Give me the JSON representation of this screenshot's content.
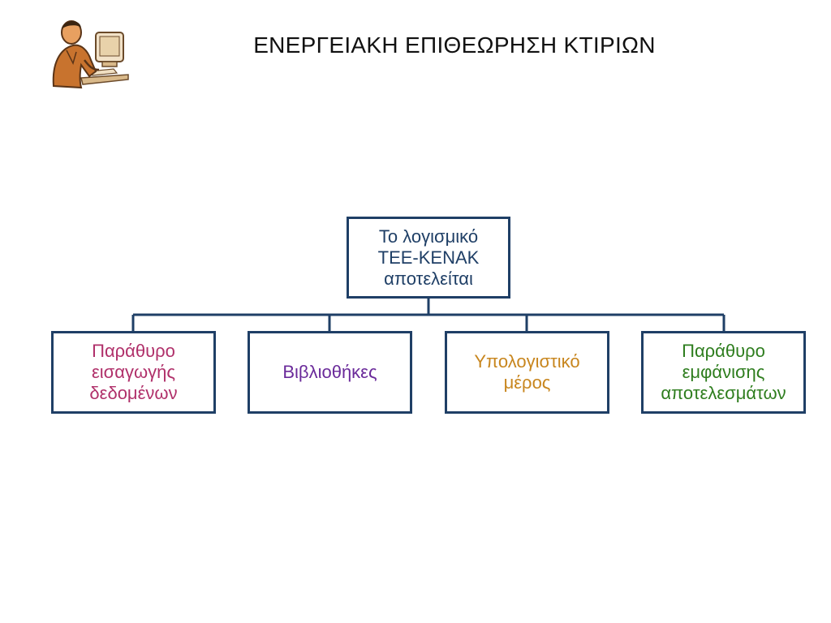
{
  "slide": {
    "title": "ΕΝΕΡΓΕΙΑΚΗ ΕΠΙΘΕΩΡΗΣΗ ΚΤΙΡΙΩΝ"
  },
  "diagram": {
    "root": {
      "label": "Το λογισμικό\nΤΕΕ-ΚΕΝΑΚ\nαποτελείται",
      "color": "#1f3f66"
    },
    "children": [
      {
        "label": "Παράθυρο\nεισαγωγής\nδεδομένων",
        "color": "#b0306a"
      },
      {
        "label": "Βιβλιοθήκες",
        "color": "#6a2a9a"
      },
      {
        "label": "Υπολογιστικό\nμέρος",
        "color": "#c8861e"
      },
      {
        "label": "Παράθυρο\nεμφάνισης\nαποτελεσμάτων",
        "color": "#2e7d1e"
      }
    ],
    "border_color": "#1f3f66"
  },
  "clipart": {
    "icon": "office-worker-at-computer-icon"
  }
}
